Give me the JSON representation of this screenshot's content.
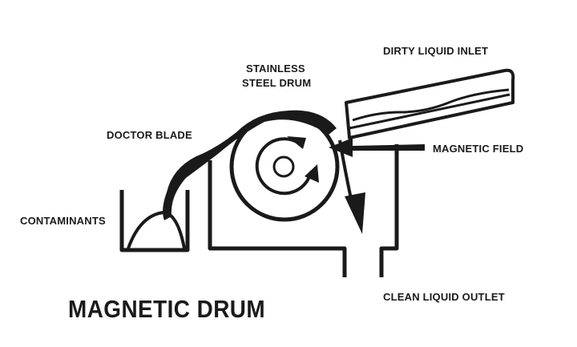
{
  "title": "MAGNETIC DRUM",
  "labels": {
    "drum_line1": "STAINLESS",
    "drum_line2": "STEEL DRUM",
    "inlet": "DIRTY LIQUID INLET",
    "doctor_blade": "DOCTOR BLADE",
    "magnetic_field": "MAGNETIC FIELD",
    "contaminants": "CONTAMINANTS",
    "outlet": "CLEAN LIQUID OUTLET"
  }
}
